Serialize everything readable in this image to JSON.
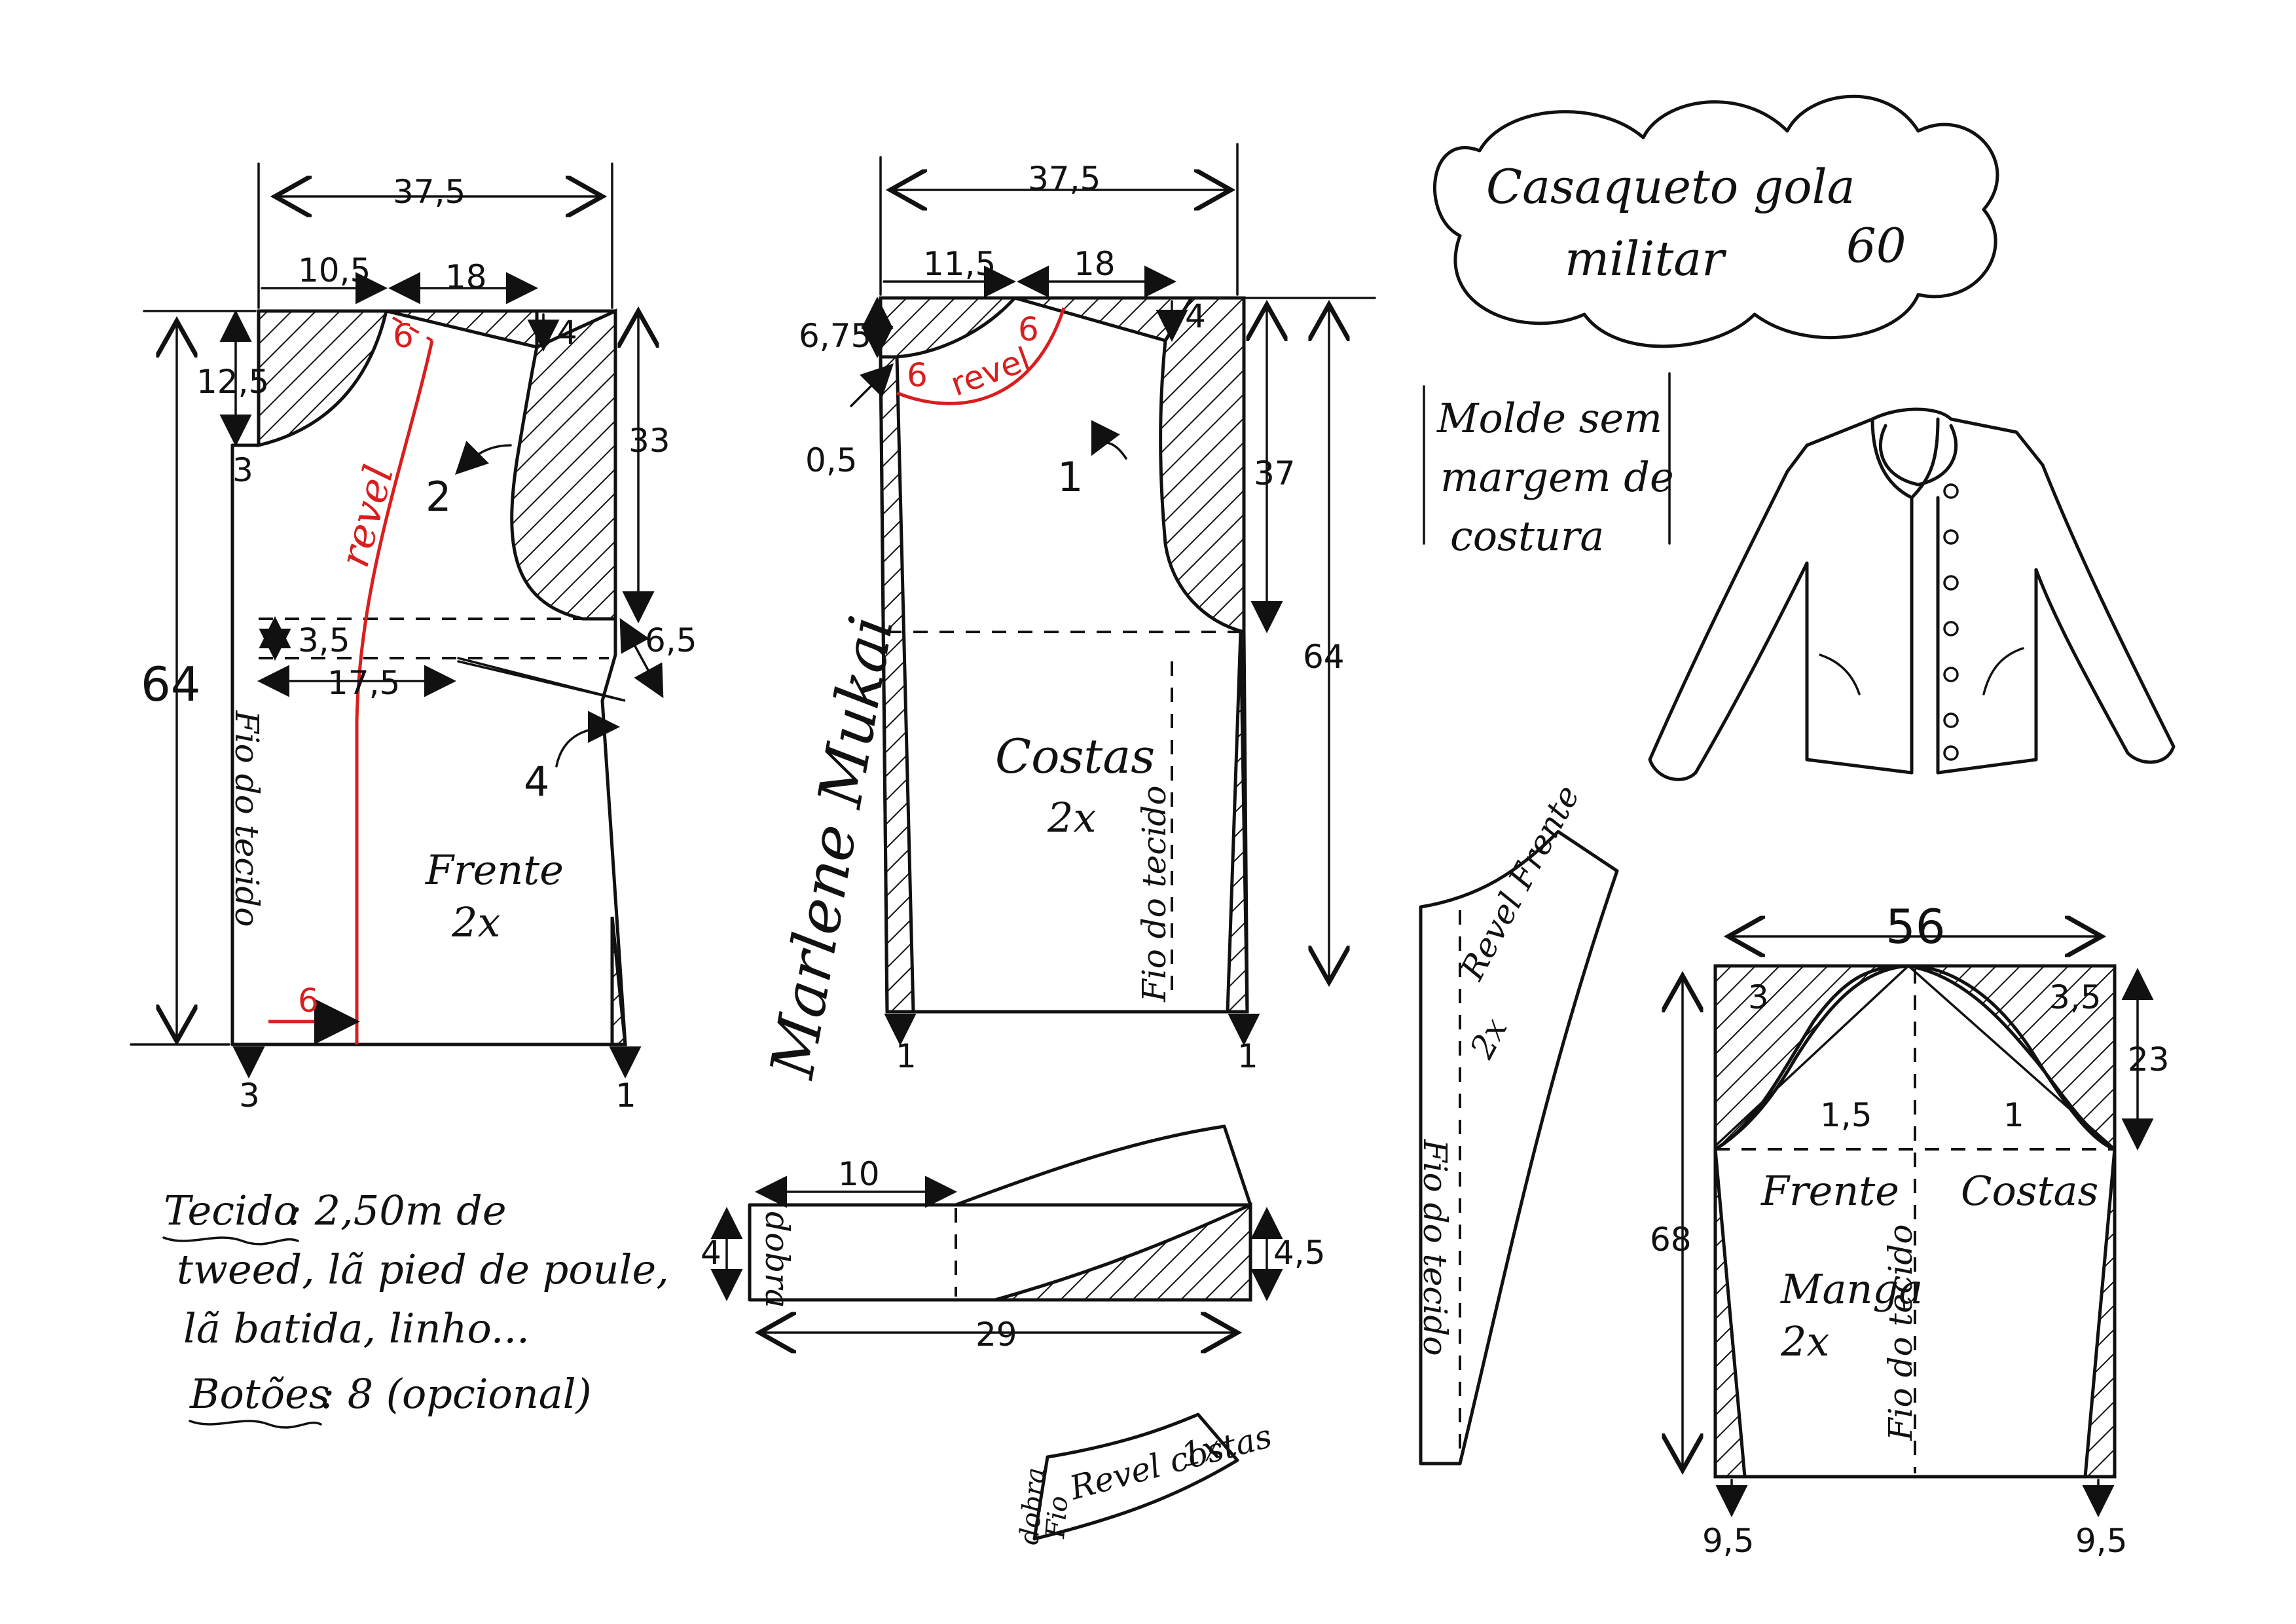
{
  "title": {
    "line1": "Casaqueto gola",
    "line2": "militar",
    "size": "60"
  },
  "note": {
    "line1": "Molde sem",
    "line2": "margem de",
    "line3": "costura"
  },
  "signature": "Marlene Mukai",
  "front": {
    "name": "Frente",
    "count": "2x",
    "facing": "revel",
    "grain": "Fio do tecido",
    "dims": {
      "width": "37,5",
      "neck": "10,5",
      "shoulder": "18",
      "neck_drop": "12,5",
      "shoulder_drop": "4",
      "armhole": "33",
      "length": "64",
      "waist": "3,5",
      "dart_pos": "17,5",
      "dart_depth": "6,5",
      "facing_w": "6",
      "facing_top": "6",
      "bottom_left": "3",
      "bottom_right": "1",
      "mark_3": "3",
      "mark_2": "2",
      "mark_4": "4"
    }
  },
  "back": {
    "name": "Costas",
    "count": "2x",
    "facing": "revel",
    "grain": "Fio do tecido",
    "dims": {
      "width": "37,5",
      "neck": "11,5",
      "shoulder": "18",
      "neck_drop": "6,75",
      "shoulder_drop": "4",
      "armhole": "37",
      "length": "64",
      "offset": "0,5",
      "facing_a": "6",
      "facing_b": "6",
      "mark_1": "1",
      "bottom_left": "1",
      "bottom_right": "1"
    }
  },
  "collar": {
    "fold": "dobra",
    "top": "10",
    "height": "4",
    "bottom": "29",
    "right": "4,5"
  },
  "front_facing": {
    "name": "Revel Frente",
    "count": "2x",
    "grain": "Fio do tecido"
  },
  "back_facing": {
    "name": "Revel costas",
    "count": "1x",
    "fold": "dobra",
    "grain": "Fio"
  },
  "sleeve": {
    "name": "Manga",
    "count": "2x",
    "front": "Frente",
    "back": "Costas",
    "grain": "Fio do tecido",
    "dims": {
      "width": "56",
      "cap_left": "3",
      "cap_right": "3,5",
      "cap_low_l": "1,5",
      "cap_low_r": "1",
      "cap_height": "23",
      "length": "68",
      "hem_l": "9,5",
      "hem_r": "9,5"
    }
  },
  "materials": {
    "fabric_label": "Tecido",
    "fabric_text1": ": 2,50m de",
    "fabric_text2": "tweed, lã pied de poule,",
    "fabric_text3": "lã batida, linho...",
    "buttons_label": "Botões",
    "buttons_text": ": 8 (opcional)"
  }
}
